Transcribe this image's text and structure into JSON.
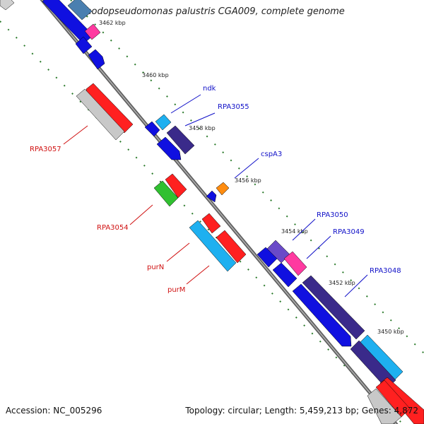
{
  "title": "Rhodopseudomonas palustris CGA009, complete genome",
  "footer": {
    "accession": "Accession: NC_005296",
    "summary": "Topology: circular; Length: 5,459,213 bp; Genes: 4,872"
  },
  "ruler_labels": [
    "3462 kbp",
    "3460 kbp",
    "3458 kbp",
    "3456 kbp",
    "3454 kbp",
    "3452 kbp",
    "3450 kbp"
  ],
  "gene_labels": {
    "ndk": "ndk",
    "RPA3055": "RPA3055",
    "cspA3": "cspA3",
    "RPA3050": "RPA3050",
    "RPA3049": "RPA3049",
    "RPA3048": "RPA3048",
    "RPA3057": "RPA3057",
    "RPA3054": "RPA3054",
    "purN": "purN",
    "purM": "purM"
  },
  "colors": {
    "forward_label": "#1010c8",
    "reverse_label": "#d01010",
    "backbone": "#808080",
    "tick_dot": "#2a7a2a"
  }
}
